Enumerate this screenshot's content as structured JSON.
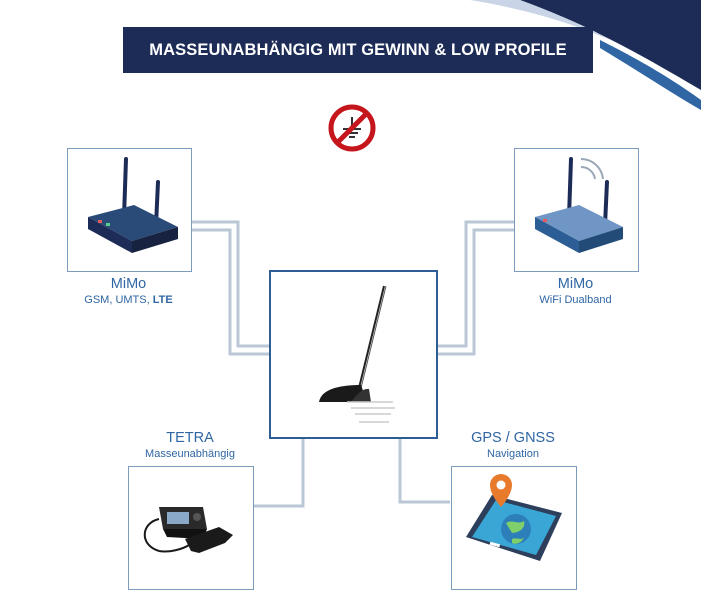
{
  "banner": {
    "title": "MASSEUNABHÄNGIG MIT GEWINN & LOW PROFILE"
  },
  "icons": {
    "no_ground": "no-ground-icon",
    "router_lte": "router-icon",
    "router_wifi": "wifi-router-icon",
    "antenna": "antenna-icon",
    "radio": "radio-handset-icon",
    "tablet": "tablet-map-icon"
  },
  "nodes": {
    "router_lte": {
      "title": "MiMo",
      "subtitle": "GSM, UMTS,",
      "subtitle_bold": "LTE"
    },
    "router_wifi": {
      "title": "MiMo",
      "subtitle": "WiFi Dualband"
    },
    "tetra": {
      "title": "TETRA",
      "subtitle": "Masseunabhängig"
    },
    "gps": {
      "title": "GPS / GNSS",
      "subtitle": "Navigation"
    }
  },
  "colors": {
    "banner_bg": "#1d2c57",
    "label_blue": "#2f66a3",
    "box_border": "#7d9cbd",
    "main_border": "#2c5d94",
    "connector": "#bac7d6",
    "prohibit_red": "#c4161c",
    "pin_orange": "#e87a2c"
  }
}
